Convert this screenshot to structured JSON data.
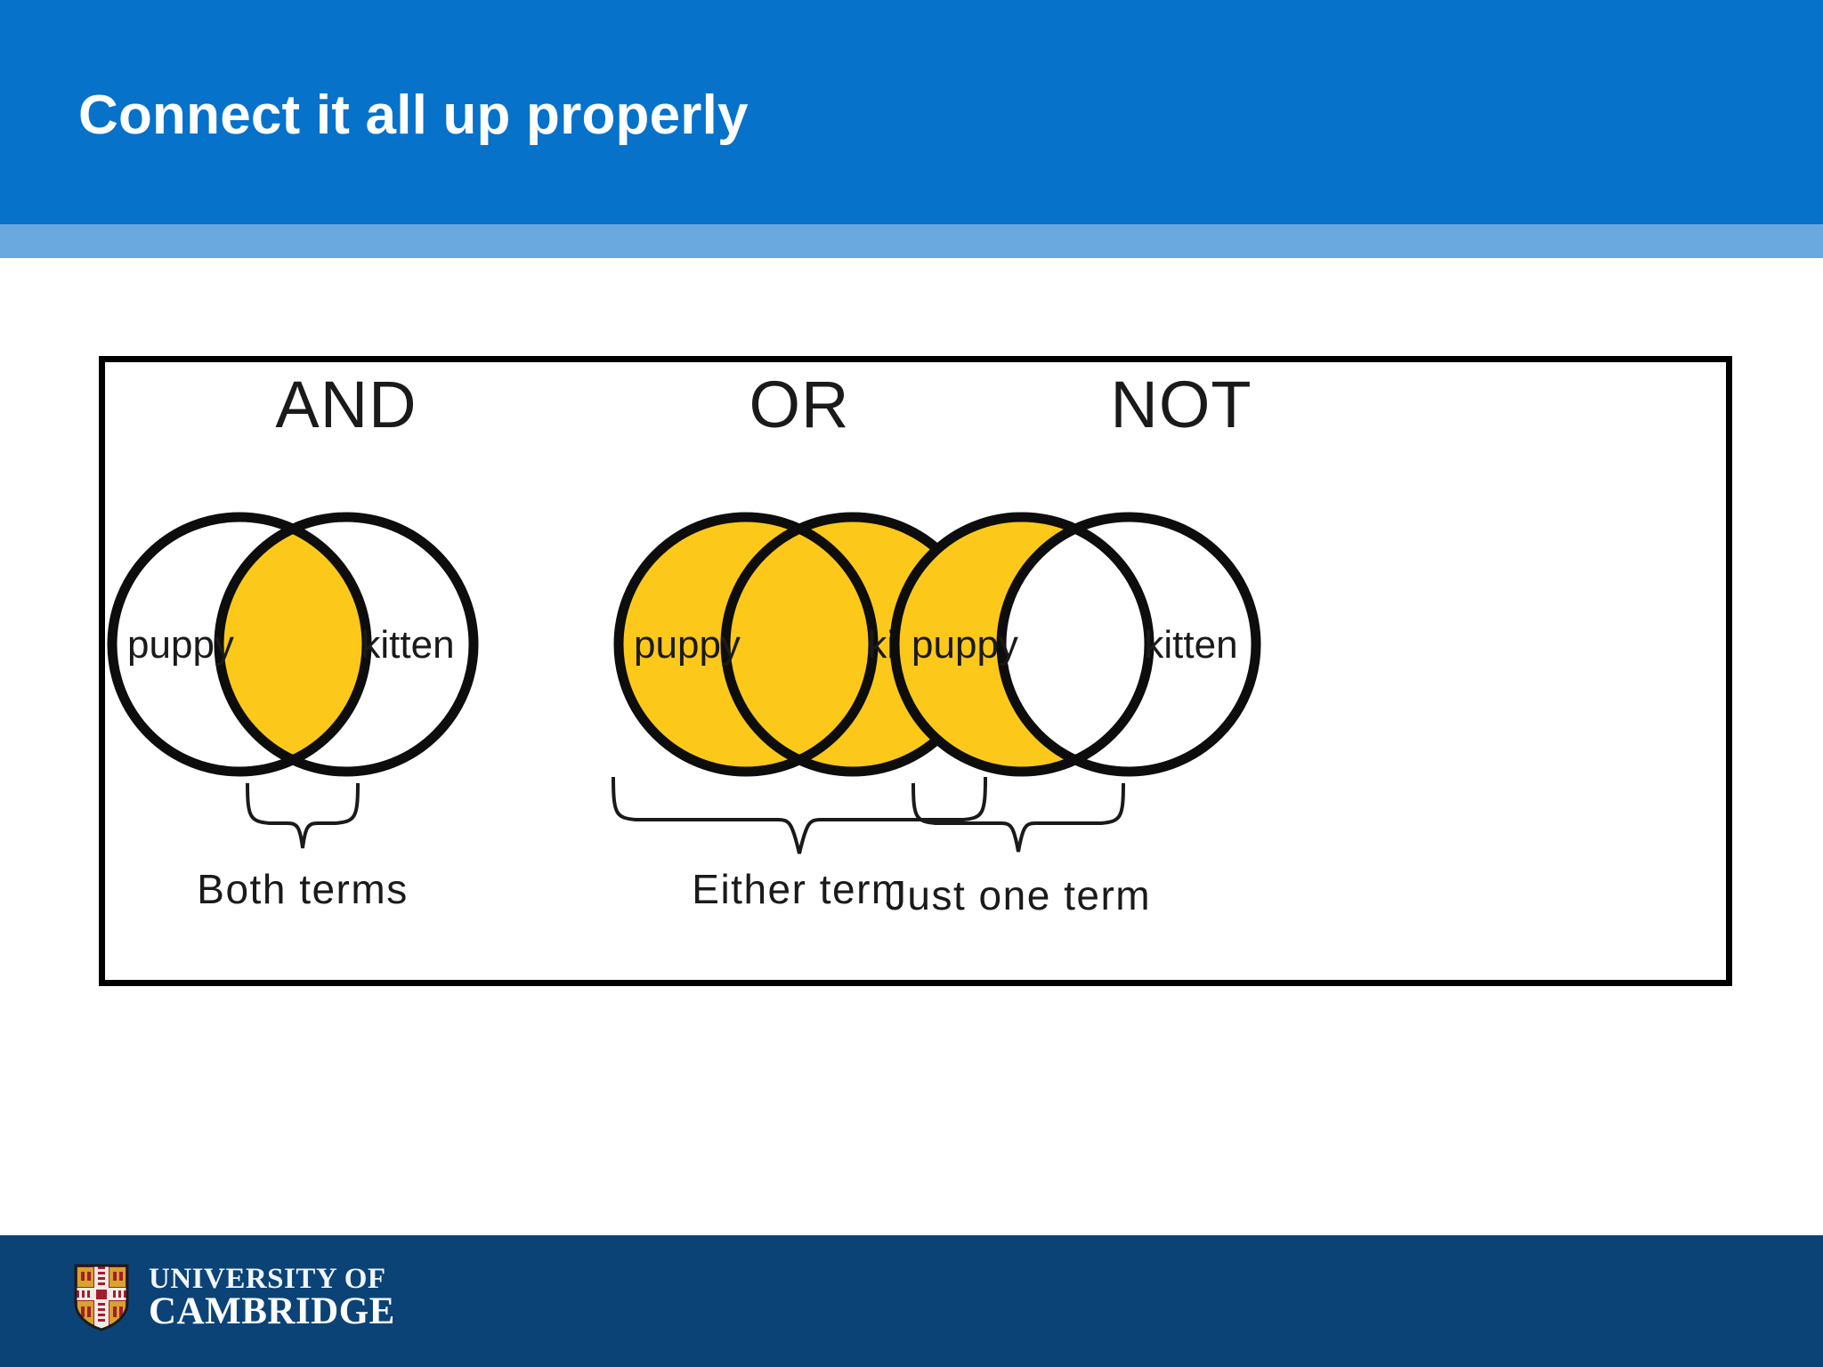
{
  "slide": {
    "title": "Connect it all up properly",
    "header_color": "#0772ca",
    "accent_band_color": "#6aa9e0",
    "footer_color": "#0b4377",
    "highlight_color": "#fcc81a",
    "outline_color": "#0d0d0d"
  },
  "figure": {
    "name": "boolean-operator-venn-diagrams",
    "groups": [
      {
        "id": "and",
        "operator": "AND",
        "left_term": "puppy",
        "right_term": "kitten",
        "caption": "Both terms",
        "shaded_region": "intersection"
      },
      {
        "id": "or",
        "operator": "OR",
        "left_term": "puppy",
        "right_term": "kitten",
        "caption": "Either term",
        "shaded_region": "union"
      },
      {
        "id": "not",
        "operator": "NOT",
        "left_term": "puppy",
        "right_term": "kitten",
        "caption": "Just one term",
        "shaded_region": "left-only"
      }
    ]
  },
  "footer": {
    "logo": {
      "line1": "UNIVERSITY OF",
      "line2": "CAMBRIDGE",
      "shield_colors": {
        "field": "#a51c30",
        "gold": "#d8a32b",
        "silver": "#f0ece3"
      }
    }
  }
}
